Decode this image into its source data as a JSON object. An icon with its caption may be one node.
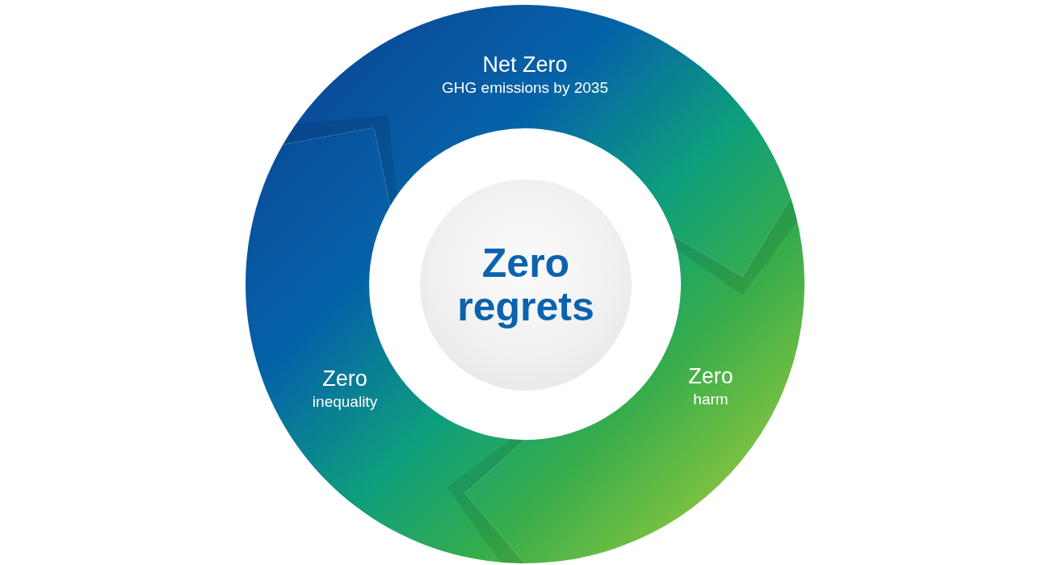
{
  "diagram": {
    "nodes": [
      {
        "text": [
          "Net Zero",
          "GHG emissions by 2035"
        ]
      },
      {
        "text": [
          "Zero regrets"
        ]
      },
      {
        "text": [
          "Zero",
          "inequality"
        ]
      },
      {
        "text": [
          "Zero",
          "harm"
        ]
      }
    ]
  }
}
